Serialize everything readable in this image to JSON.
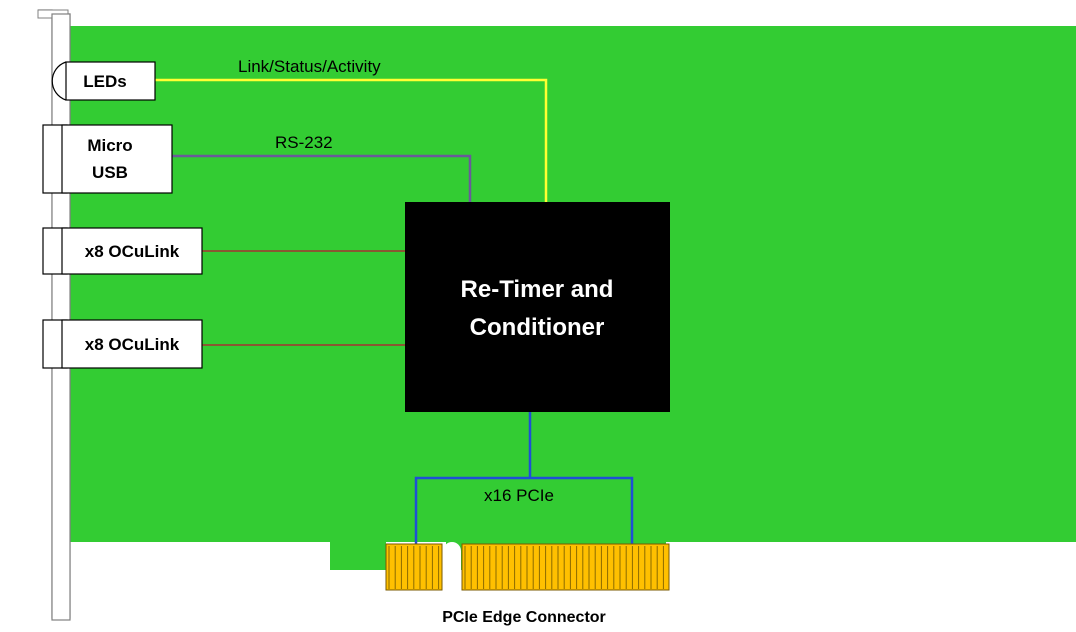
{
  "components": {
    "leds": "LEDs",
    "micro_usb": [
      "Micro",
      "USB"
    ],
    "oculink_1": "x8 OCuLink",
    "oculink_2": "x8 OCuLink",
    "chip": [
      "Re-Timer and",
      "Conditioner"
    ],
    "edge_connector": "PCIe Edge Connector"
  },
  "signals": {
    "led_link": "Link/Status/Activity",
    "usb_link": "RS-232",
    "pcie_link": "x16 PCIe"
  },
  "colors": {
    "board": "#33cc33",
    "chip": "#000000",
    "led_wire": "#ffff33",
    "usb_wire": "#6a5a9a",
    "oculink_wire": "#a83232",
    "pcie_wire": "#1f4fd6",
    "gold_finger": "#ffc000",
    "bracket": "#ffffff"
  }
}
